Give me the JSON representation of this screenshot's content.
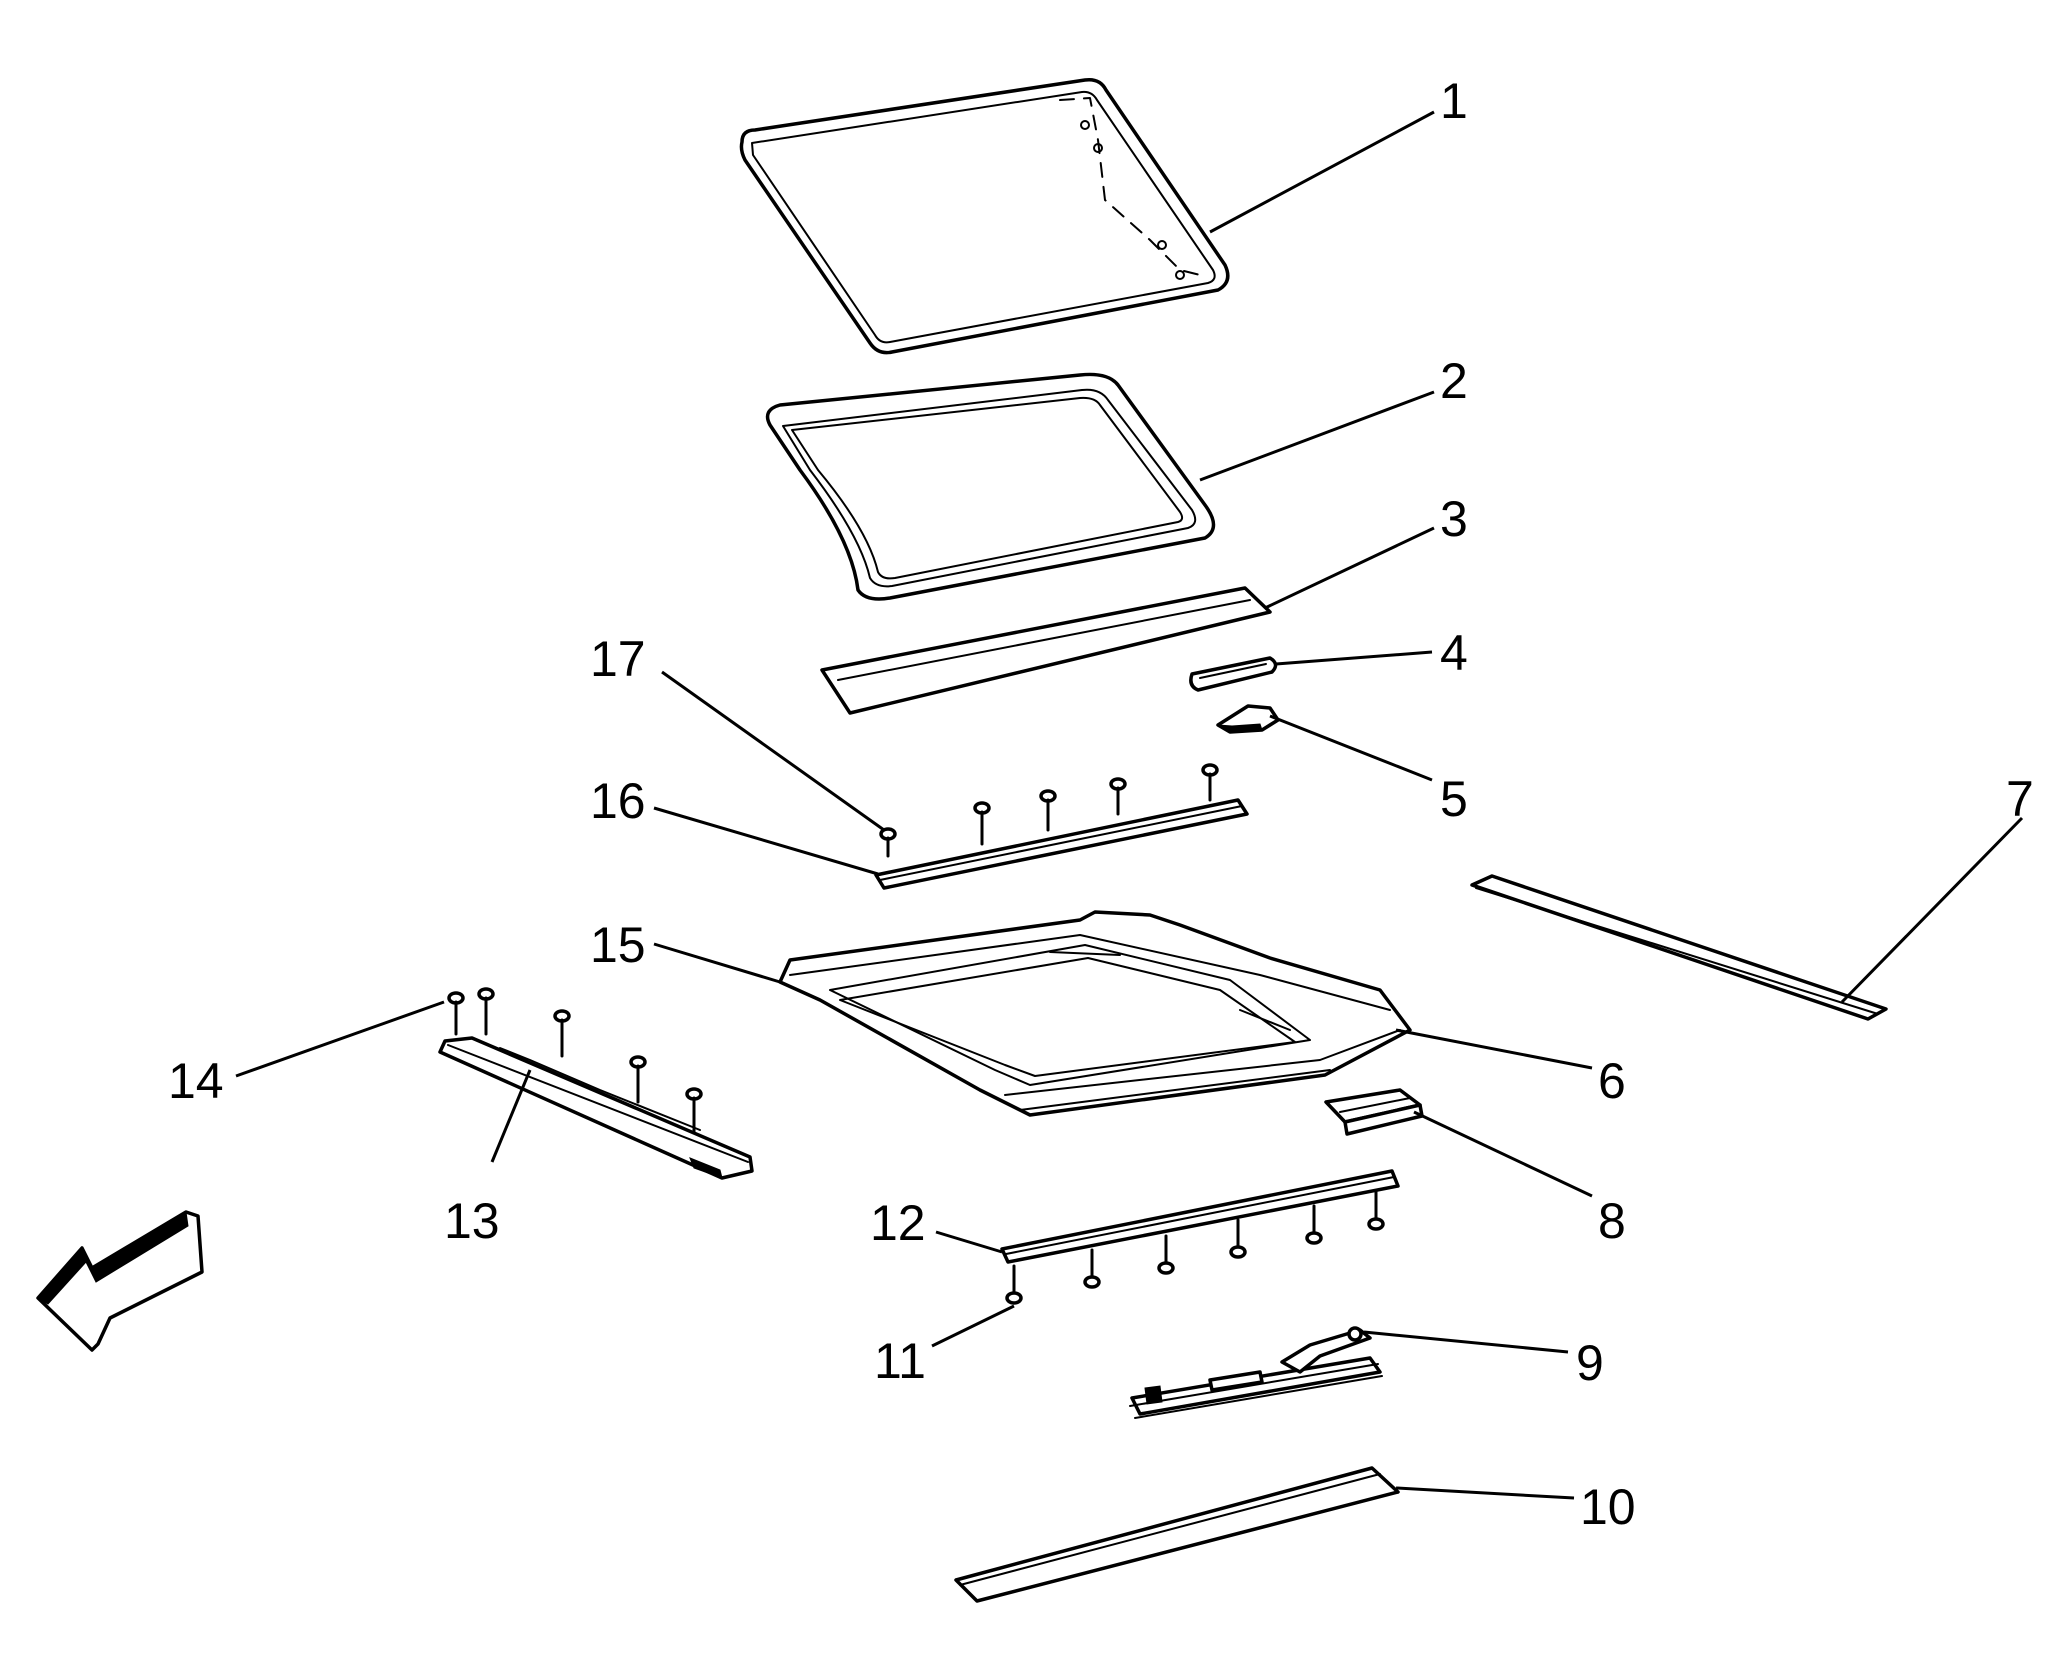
{
  "callouts": [
    {
      "id": "1",
      "text": "1"
    },
    {
      "id": "2",
      "text": "2"
    },
    {
      "id": "3",
      "text": "3"
    },
    {
      "id": "4",
      "text": "4"
    },
    {
      "id": "5",
      "text": "5"
    },
    {
      "id": "6",
      "text": "6"
    },
    {
      "id": "7",
      "text": "7"
    },
    {
      "id": "8",
      "text": "8"
    },
    {
      "id": "9",
      "text": "9"
    },
    {
      "id": "10",
      "text": "10"
    },
    {
      "id": "11",
      "text": "11"
    },
    {
      "id": "12",
      "text": "12"
    },
    {
      "id": "13",
      "text": "13"
    },
    {
      "id": "14",
      "text": "14"
    },
    {
      "id": "15",
      "text": "15"
    },
    {
      "id": "16",
      "text": "16"
    },
    {
      "id": "17",
      "text": "17"
    }
  ],
  "icons": {
    "front_arrow": "arrow-front-left-icon"
  },
  "colors": {
    "line": "#000000",
    "background": "#ffffff"
  }
}
